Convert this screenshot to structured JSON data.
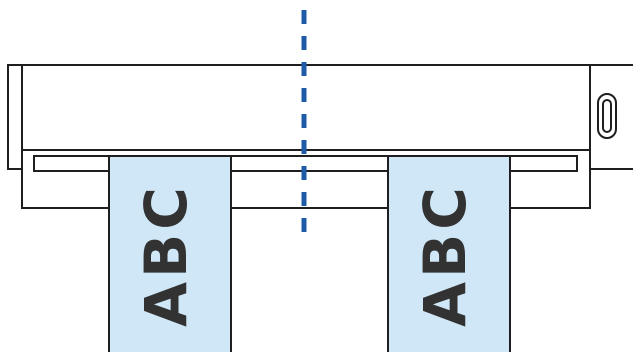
{
  "diagram": {
    "document_left": {
      "text": "ABC"
    },
    "document_right": {
      "text": "ABC"
    },
    "colors": {
      "outline": "#1f1f1f",
      "document_fill": "#cfe7f7",
      "document_text": "#323232",
      "center_guide": "#1e5aa8",
      "background": "#ffffff"
    },
    "icons": {
      "scanner": "scanner-device",
      "power_button": "power-button-icon",
      "center_guide": "dashed-center-line"
    }
  }
}
